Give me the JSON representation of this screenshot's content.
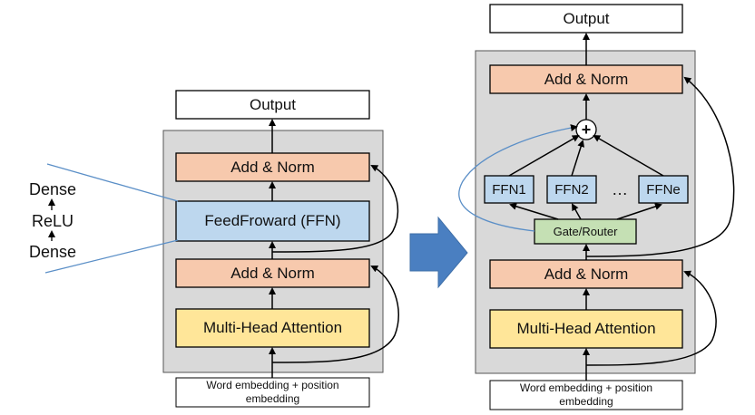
{
  "colors": {
    "container_gray": "#d9d9d9",
    "norm_orange": "#f7c9ad",
    "ffn_blue": "#bdd7ee",
    "attention_yellow": "#ffe699",
    "router_green": "#c5e0b4",
    "arrow_blue": "#4a7fc1",
    "line_blue": "#5b8fc7"
  },
  "left_block": {
    "output": "Output",
    "add_norm_top": "Add & Norm",
    "ffn": "FeedFroward (FFN)",
    "add_norm_bottom": "Add & Norm",
    "attention": "Multi-Head Attention",
    "embedding": "Word embedding + position embedding"
  },
  "ffn_detail": {
    "dense_top": "Dense",
    "relu": "ReLU",
    "dense_bottom": "Dense"
  },
  "right_block": {
    "output": "Output",
    "add_norm_top": "Add & Norm",
    "plus_symbol": "+",
    "experts": [
      "FFN1",
      "FFN2",
      "FFNe"
    ],
    "ellipsis": "…",
    "router": "Gate/Router",
    "add_norm_bottom": "Add & Norm",
    "attention": "Multi-Head Attention",
    "embedding": "Word embedding + position embedding"
  },
  "transition_arrow_icon": "right-arrow-icon"
}
